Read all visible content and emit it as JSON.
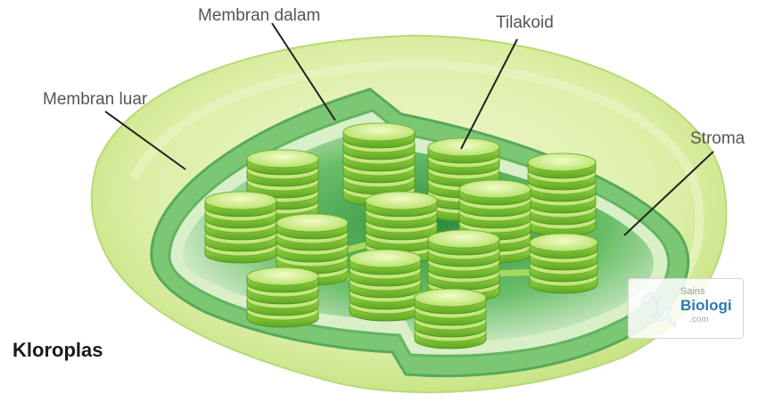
{
  "labels": {
    "membran_dalam": "Membran dalam",
    "tilakoid": "Tilakoid",
    "membran_luar": "Membran luar",
    "stroma": "Stroma"
  },
  "caption": "Kloroplas",
  "watermark": {
    "line1": "Sains",
    "line2": "Biologi",
    "line3": ".com"
  },
  "colors": {
    "outer_membrane": "#d9ec9f",
    "inner_membrane": "#6cbf62",
    "stroma": "#3e9d4b",
    "granum": "#8fd13b",
    "leader_line": "#222222"
  }
}
